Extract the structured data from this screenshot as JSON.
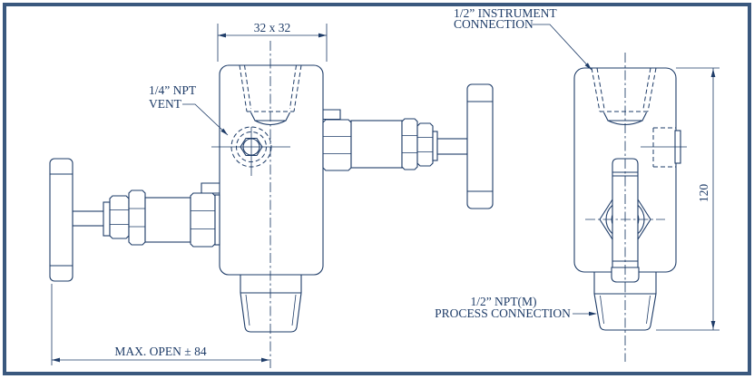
{
  "colors": {
    "line": "#1e3c68",
    "frame": "#3a587e",
    "background": "#ffffff"
  },
  "annotations": {
    "vent": {
      "line1": "1/4” NPT",
      "line2": "VENT"
    },
    "instrument": {
      "line1": "1/2” INSTRUMENT",
      "line2": "CONNECTION"
    },
    "process": {
      "line1": "1/2” NPT(M)",
      "line2": "PROCESS CONNECTION"
    }
  },
  "dimensions": {
    "top_width": "32 x 32",
    "max_open": "MAX. OPEN ± 84",
    "height": "120"
  }
}
